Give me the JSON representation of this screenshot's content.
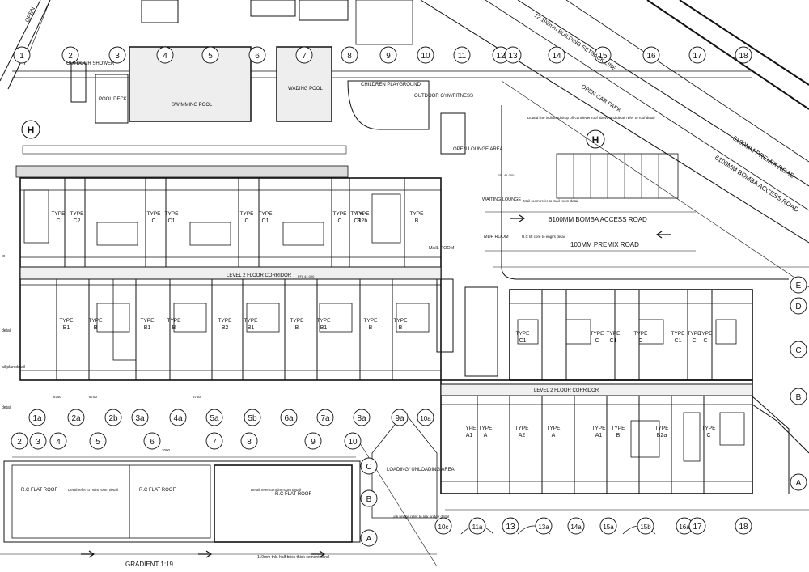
{
  "grid_top": [
    "1",
    "2",
    "3",
    "4",
    "5",
    "6",
    "7",
    "8",
    "9",
    "10",
    "11",
    "12",
    "13",
    "14",
    "15",
    "16",
    "17",
    "18"
  ],
  "grid_mid": [
    "1a",
    "2a",
    "2b",
    "3a",
    "4a",
    "5a",
    "5b",
    "6a",
    "7a",
    "8a",
    "9a",
    "10a"
  ],
  "grid_bot_left": [
    "2",
    "3",
    "4",
    "5",
    "6",
    "7",
    "8",
    "9",
    "10"
  ],
  "grid_bot_right": [
    "10c",
    "11a",
    "13",
    "13a",
    "14a",
    "15a",
    "15b",
    "16a",
    "17",
    "18"
  ],
  "grid_rows_right": [
    "E",
    "D",
    "C",
    "B",
    "A"
  ],
  "grid_rows_left": [
    "C",
    "B",
    "A"
  ],
  "grid_h": "H",
  "labels": {
    "open_top": "OPEN",
    "outdoor_shower": "OUTDOOR SHOWER",
    "pool_deck": "POOL DECK",
    "swimming_pool": "SWIMMING POOL",
    "wading_pool": "WADING POOL",
    "children_playground": "CHILDREN PLAYGROUND",
    "outdoor_gym": "OUTDOOR GYM/FITNESS",
    "setback": "12.192mm BUILDING SETBACK LINE",
    "open_car_park": "OPEN CAR PARK",
    "bomba_road_1": "6100MM PREMIX ROAD",
    "bomba_road_2": "6100MM BOMBA ACCESS ROAD",
    "bomba_access": "6100MM BOMBA ACCESS ROAD",
    "premix_road": "100MM PREMIX ROAD",
    "open_lounge": "OPEN LOUNGE AREA",
    "waiting_lounge": "WAITING LOUNGE",
    "mail_room": "MAIL ROOM",
    "mdf_room": "MDF ROOM",
    "level2_corridor": "LEVEL 2 FLOOR CORRIDOR",
    "level2_corridor_b": "LEVEL 2 FLOOR CORRIDOR",
    "loading": "LOADING/ UNLOADING AREA",
    "gradient": "GRADIENT 1:19",
    "rc_flat_roof": "R.C FLAT ROOF",
    "detail_mdm": "Detail refer to mdm room detail",
    "link_bridge": "Link bridge refer to link bridge detail",
    "dotted_note": "Dotted line indicated drop off cantilever roof above and detail refer to roof detail",
    "mail_note": "Mail room refer to mail room detail",
    "rc_lift_note": "R.C lift core to engr's detail",
    "brick_note": "110mm thk. half brick thick cement sand",
    "detail_left": "detail",
    "plan_detail_left": "ail plan detail",
    "detail_left_2": "detail",
    "to": "to",
    "rl": "FFL 41.000",
    "dim": "6750",
    "dim_small": "3000"
  },
  "upper_units": [
    "C",
    "C2",
    "C",
    "C1",
    "C",
    "C1",
    "C",
    "C1",
    "B2b",
    "B"
  ],
  "lower_units": [
    "B1",
    "B",
    "B1",
    "B",
    "B2",
    "B1",
    "B",
    "B1",
    "B",
    "B"
  ],
  "right_upper_units": [
    "C1",
    "C",
    "C1",
    "C",
    "C1",
    "C",
    "C"
  ],
  "right_lower_units": [
    "A1",
    "A",
    "A2",
    "A",
    "A1",
    "B",
    "B2a",
    "C"
  ],
  "type_word": "TYPE"
}
